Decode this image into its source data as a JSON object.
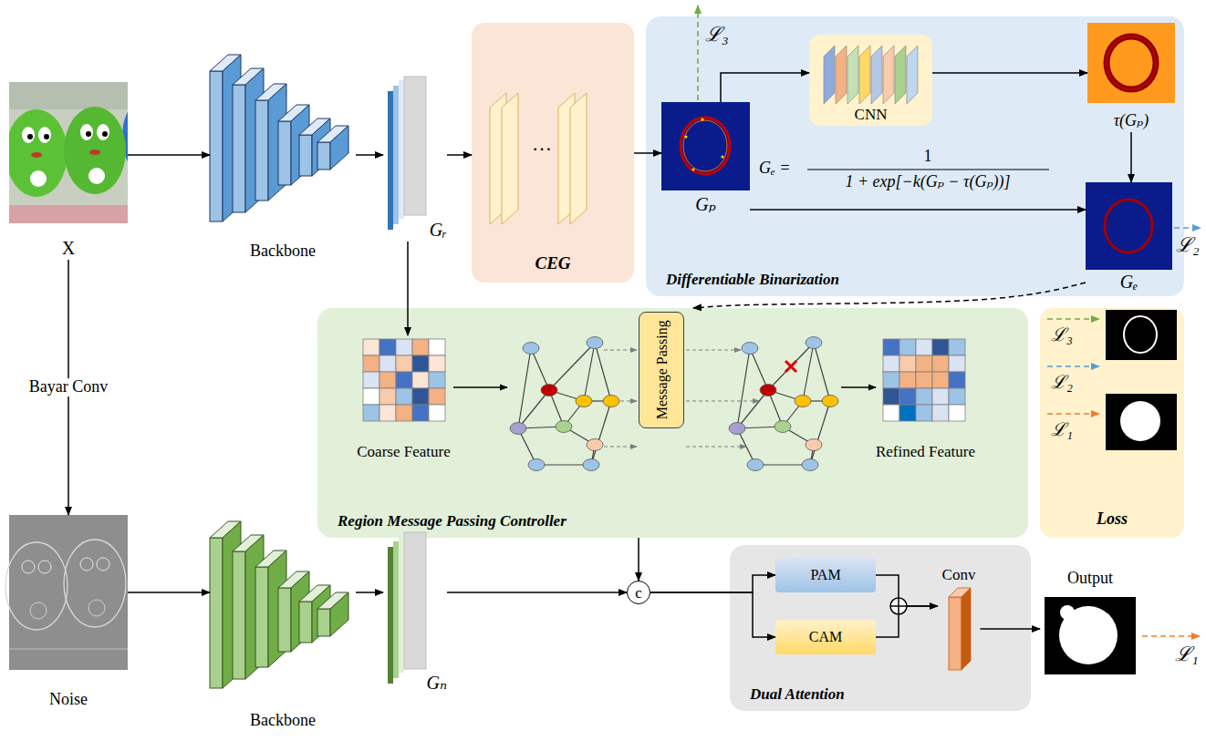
{
  "diagram": {
    "nodes": [
      {
        "text": [
          "X"
        ]
      },
      {
        "text": [
          "Backbone"
        ]
      },
      {
        "text": [
          "Gᵣ"
        ]
      },
      {
        "text": [
          "CEG"
        ]
      },
      {
        "text": [
          "Differentiable Binarization"
        ]
      },
      {
        "text": [
          "Gₚ"
        ],
        "in": 4
      },
      {
        "text": [
          "CNN"
        ],
        "in": 4
      },
      {
        "text": [
          "τ(Gₚ)"
        ],
        "in": 4
      },
      {
        "text": [
          "Gₑ"
        ],
        "in": 4
      },
      {
        "text": [
          "Region Message Passing Controller"
        ]
      },
      {
        "text": [
          "Coarse Feature"
        ],
        "in": 9
      },
      {
        "text": [
          "Message Passing"
        ],
        "in": 9
      },
      {
        "text": [
          "Refined Feature"
        ],
        "in": 9
      },
      {
        "text": [
          "Loss"
        ]
      },
      {
        "text": [
          "Noise"
        ]
      },
      {
        "text": [
          "Backbone"
        ]
      },
      {
        "text": [
          "Gₙ"
        ]
      },
      {
        "text": [
          "c"
        ]
      },
      {
        "text": [
          "Dual Attention"
        ]
      },
      {
        "text": [
          "PAM"
        ],
        "in": 18
      },
      {
        "text": [
          "CAM"
        ],
        "in": 18
      },
      {
        "text": [
          "Conv"
        ],
        "in": 18
      },
      {
        "text": [
          "Output"
        ]
      }
    ],
    "edges": [
      {
        "from": 0,
        "to": 1,
        "arrow": "to"
      },
      {
        "from": 1,
        "to": 2,
        "arrow": "to"
      },
      {
        "from": 2,
        "to": 3,
        "arrow": "to"
      },
      {
        "from": 3,
        "to": 5,
        "arrow": "to"
      },
      {
        "from": 5,
        "to": 6,
        "arrow": "to"
      },
      {
        "from": 6,
        "to": 7,
        "arrow": "to"
      },
      {
        "from": 7,
        "to": 8,
        "arrow": "to"
      },
      {
        "from": 5,
        "to": 8,
        "arrow": "to"
      },
      {
        "from": 8,
        "to": 9,
        "arrow": "to"
      },
      {
        "from": 2,
        "to": 10,
        "arrow": "to"
      },
      {
        "from": 9,
        "to": 17,
        "arrow": "to"
      },
      {
        "from": 0,
        "to": 14,
        "arrow": "to",
        "label": "Bayar Conv"
      },
      {
        "from": 14,
        "to": 15,
        "arrow": "to"
      },
      {
        "from": 15,
        "to": 16,
        "arrow": "to"
      },
      {
        "from": 16,
        "to": 17,
        "arrow": "to"
      },
      {
        "from": 17,
        "to": 19,
        "arrow": "to"
      },
      {
        "from": 17,
        "to": 20,
        "arrow": "to"
      },
      {
        "from": 19,
        "to": 21,
        "arrow": "to"
      },
      {
        "from": 20,
        "to": 21,
        "arrow": "to"
      },
      {
        "from": 21,
        "to": 22,
        "arrow": "to"
      }
    ],
    "labels": [
      "…",
      "ℒ₃",
      "Gₑ =",
      "1",
      "1 + exp[−k(Gₚ − τ(Gₚ))]",
      "ℒ₂",
      "ℒ₃",
      "ℒ₂",
      "ℒ₁",
      "ℒ₁"
    ]
  }
}
